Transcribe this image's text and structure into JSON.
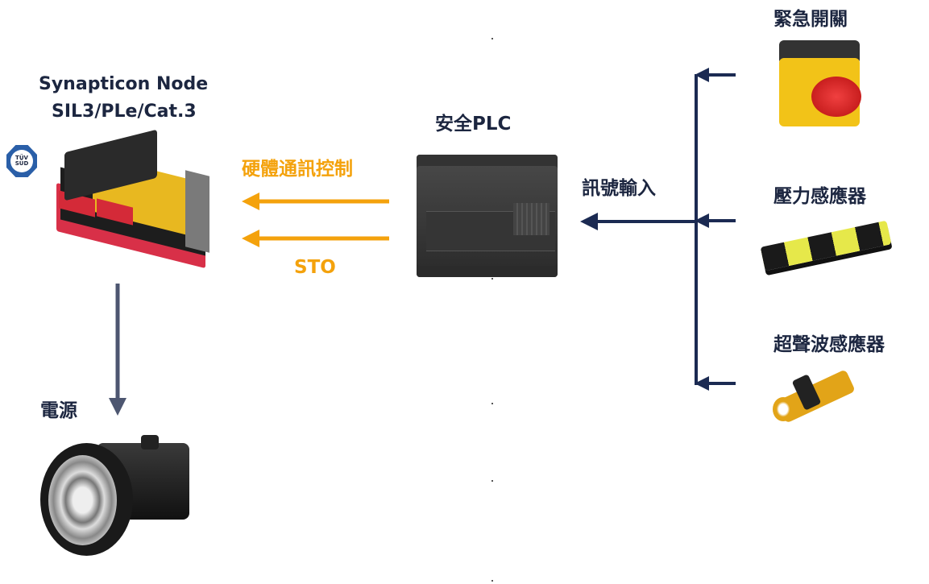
{
  "node": {
    "title_line1": "Synapticon Node",
    "title_line2": "SIL3/PLe/Cat.3",
    "badge": "TÜV SÜD"
  },
  "power": {
    "label": "電源"
  },
  "comm": {
    "label_top": "硬體通訊控制",
    "label_bottom": "STO"
  },
  "plc": {
    "label": "安全PLC"
  },
  "signal": {
    "label": "訊號輸入"
  },
  "inputs": [
    {
      "label": "緊急開關"
    },
    {
      "label": "壓力感應器"
    },
    {
      "label": "超聲波感應器"
    }
  ],
  "colors": {
    "orange": "#f4a20c",
    "navy": "#1b2a52",
    "gray_arrow": "#4d5670",
    "text": "#1c2640"
  }
}
